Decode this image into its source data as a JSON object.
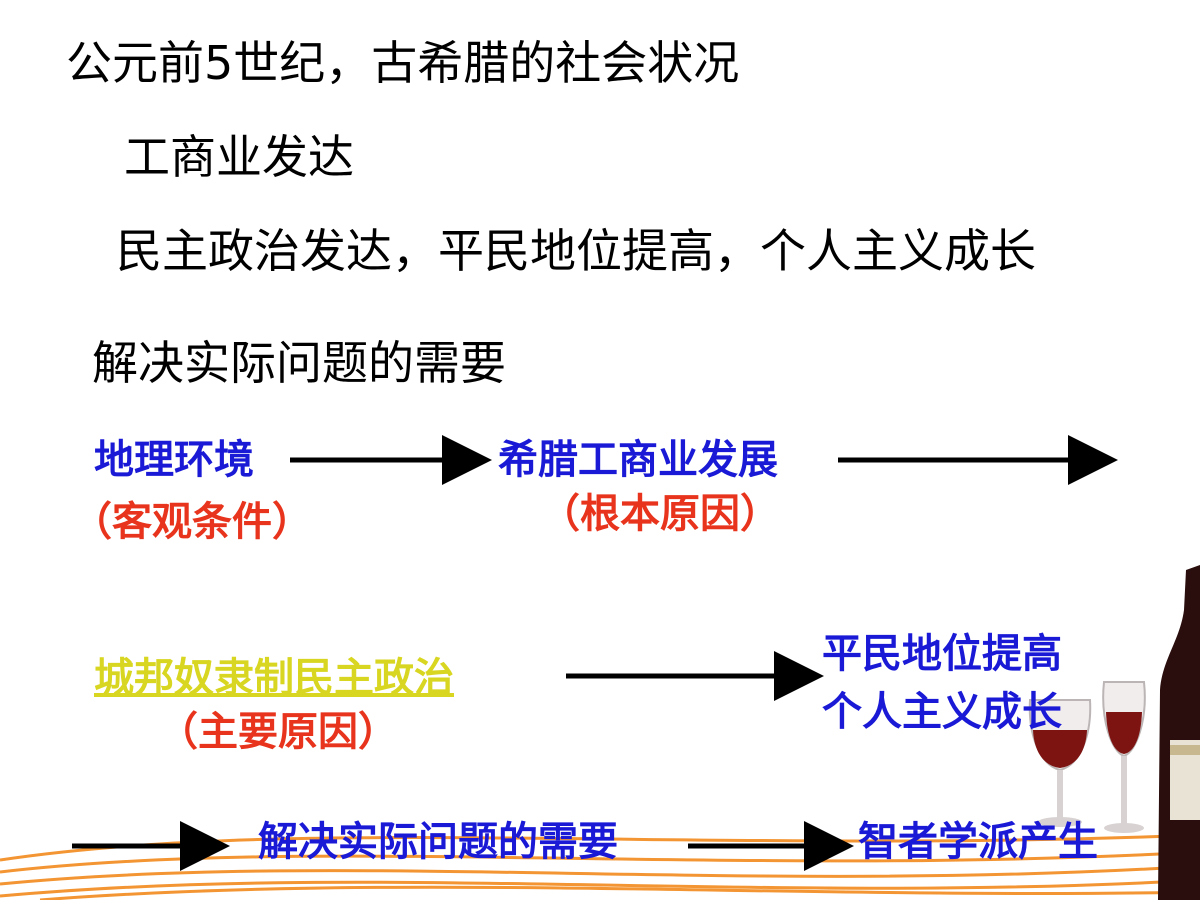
{
  "title": "公元前5世纪，古希腊的社会状况",
  "bullets": {
    "b1": "工商业发达",
    "b2": "民主政治发达，平民地位提高，个人主义成长",
    "b3": "解决实际问题的需要"
  },
  "diagram": {
    "n1": "地理环境",
    "n1_cap": "（客观条件）",
    "n2": "希腊工商业发展",
    "n2_cap": "（根本原因）",
    "n3": "城邦奴隶制民主政治",
    "n3_cap": "（主要原因）",
    "n4_line1": "平民地位提高",
    "n4_line2": "个人主义成长",
    "n5": "解决实际问题的需要",
    "n6": "智者学派产生"
  },
  "colors": {
    "node_blue": "#1a1ad6",
    "caption_red": "#e8341c",
    "node_yellow": "#d8d620",
    "arrow": "#000000",
    "swoosh": "#f28a1c"
  }
}
